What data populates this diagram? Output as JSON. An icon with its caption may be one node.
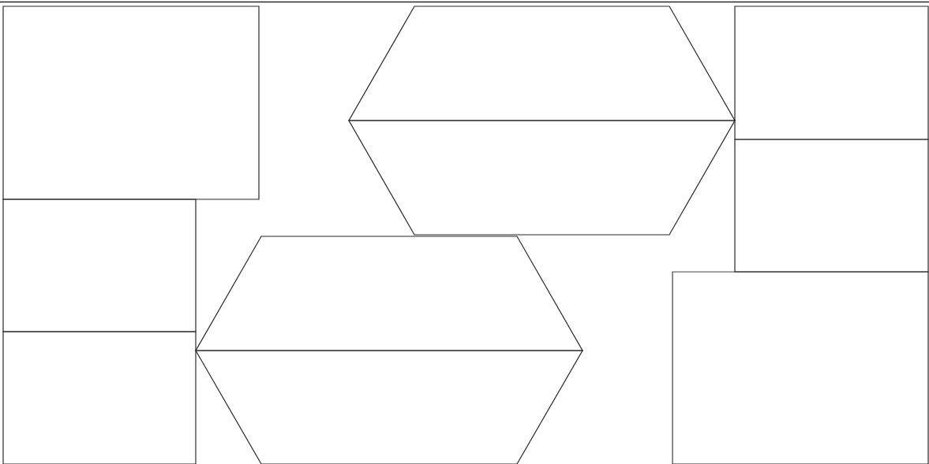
{
  "diagram": {
    "nodes": [
      {
        "text": [],
        "shape": "box"
      },
      {
        "text": [],
        "shape": "trapezoid"
      },
      {
        "text": [],
        "shape": "box"
      },
      {
        "text": [],
        "shape": "trapezoid"
      },
      {
        "text": [],
        "shape": "box"
      },
      {
        "text": [],
        "shape": "box"
      },
      {
        "text": [],
        "shape": "trapezoid"
      },
      {
        "text": [],
        "shape": "box"
      },
      {
        "text": [],
        "shape": "box"
      },
      {
        "text": [],
        "shape": "trapezoid"
      }
    ]
  }
}
